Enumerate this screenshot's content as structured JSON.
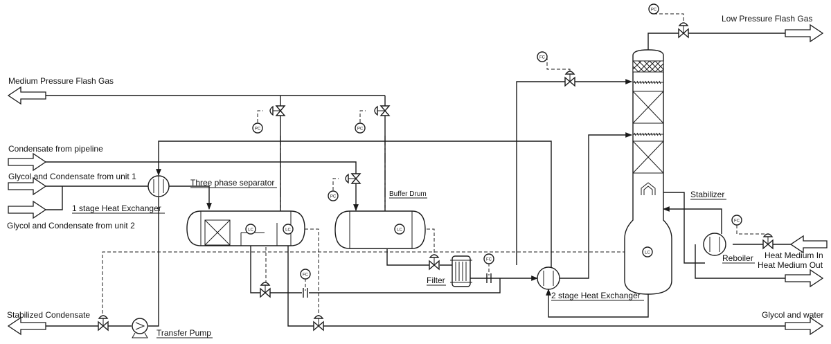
{
  "streams": {
    "medium_pressure_flash_gas": "Medium Pressure Flash Gas",
    "low_pressure_flash_gas": "Low Pressure Flash Gas",
    "condensate_from_pipeline": "Condensate from pipeline",
    "glycol_condensate_unit1": "Glycol and Condensate from unit 1",
    "glycol_condensate_unit2": "Glycol and Condensate from unit 2",
    "stabilized_condensate": "Stabilized Condensate",
    "glycol_and_water": "Glycol and water",
    "heat_medium_in": "Heat Medium In",
    "heat_medium_out": "Heat Medium Out"
  },
  "equipment": {
    "three_phase_separator": "Three phase separator",
    "buffer_drum": "Buffer Drum",
    "hx1": "1 stage Heat Exchanger",
    "hx2": "2 stage Heat Exchanger",
    "filter": "Filter",
    "transfer_pump": "Transfer Pump",
    "stabilizer": "Stabilizer",
    "reboiler": "Reboiler"
  },
  "instruments": {
    "pc": "PC",
    "fc": "FC",
    "lc": "LC"
  }
}
